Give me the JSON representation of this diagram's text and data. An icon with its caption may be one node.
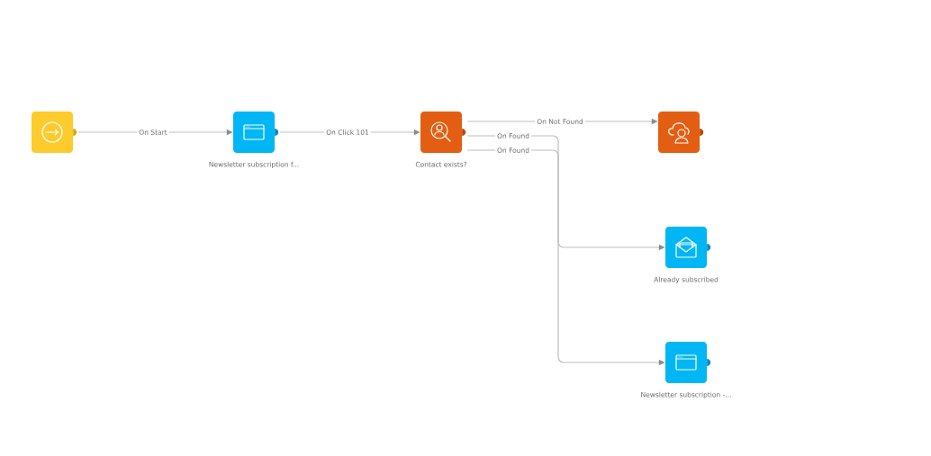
{
  "diagram": {
    "nodes": [
      {
        "text": [],
        "shape": "box"
      },
      {
        "text": [
          "Newsletter subscription f..."
        ]
      },
      {
        "text": [
          "Contact exists?"
        ]
      },
      {
        "text": [],
        "shape": "box"
      },
      {
        "text": [
          "Already subscribed"
        ]
      },
      {
        "text": [
          "Newsletter subscription -..."
        ]
      }
    ],
    "edges": [
      {
        "from": 0,
        "to": 1,
        "arrow": "to",
        "label": "On Start"
      },
      {
        "from": 1,
        "to": 2,
        "arrow": "to",
        "label": "On Click 101"
      },
      {
        "from": 2,
        "to": 3,
        "arrow": "to",
        "label": "On Not Found"
      },
      {
        "from": 2,
        "to": 4,
        "arrow": "to",
        "label": "On Found"
      },
      {
        "from": 2,
        "to": 5,
        "arrow": "to",
        "label": "On Found"
      }
    ]
  }
}
